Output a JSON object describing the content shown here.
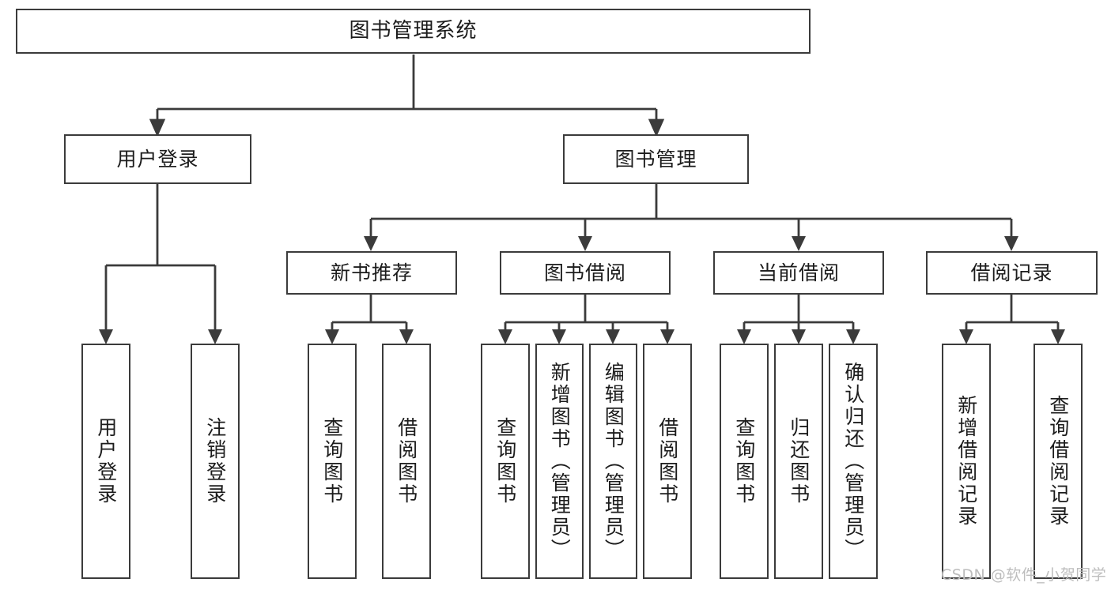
{
  "diagram": {
    "type": "hierarchy-tree",
    "title": "图书管理系统",
    "watermark": "CSDN @软件_小贺同学",
    "colors": {
      "stroke": "#3b3b3b",
      "fill": "#ffffff",
      "text": "#1c1c1c",
      "watermark": "#bdbdbd"
    },
    "levels": [
      {
        "level": 1,
        "nodes": [
          {
            "id": "root",
            "label": "图书管理系统",
            "orientation": "horizontal"
          }
        ]
      },
      {
        "level": 2,
        "nodes": [
          {
            "id": "login",
            "label": "用户登录",
            "orientation": "horizontal",
            "parent": "root"
          },
          {
            "id": "bookmgmt",
            "label": "图书管理",
            "orientation": "horizontal",
            "parent": "root"
          }
        ]
      },
      {
        "level": 3,
        "nodes": [
          {
            "id": "newbook",
            "label": "新书推荐",
            "orientation": "horizontal",
            "parent": "bookmgmt"
          },
          {
            "id": "borrow",
            "label": "图书借阅",
            "orientation": "horizontal",
            "parent": "bookmgmt"
          },
          {
            "id": "current",
            "label": "当前借阅",
            "orientation": "horizontal",
            "parent": "bookmgmt"
          },
          {
            "id": "records",
            "label": "借阅记录",
            "orientation": "horizontal",
            "parent": "bookmgmt"
          }
        ]
      },
      {
        "level": 4,
        "nodes": [
          {
            "id": "leaf-user-login",
            "label": "用户登录",
            "orientation": "vertical",
            "parent": "login"
          },
          {
            "id": "leaf-user-logout",
            "label": "注销登录",
            "orientation": "vertical",
            "parent": "login"
          },
          {
            "id": "leaf-nb-query",
            "label": "查询图书",
            "orientation": "vertical",
            "parent": "newbook"
          },
          {
            "id": "leaf-nb-borrow",
            "label": "借阅图书",
            "orientation": "vertical",
            "parent": "newbook"
          },
          {
            "id": "leaf-bw-query",
            "label": "查询图书",
            "orientation": "vertical",
            "parent": "borrow"
          },
          {
            "id": "leaf-bw-add",
            "label": "新增图书（管理员）",
            "orientation": "vertical",
            "parent": "borrow"
          },
          {
            "id": "leaf-bw-edit",
            "label": "编辑图书（管理员）",
            "orientation": "vertical",
            "parent": "borrow"
          },
          {
            "id": "leaf-bw-borrow",
            "label": "借阅图书",
            "orientation": "vertical",
            "parent": "borrow"
          },
          {
            "id": "leaf-cur-query",
            "label": "查询图书",
            "orientation": "vertical",
            "parent": "current"
          },
          {
            "id": "leaf-cur-return",
            "label": "归还图书",
            "orientation": "vertical",
            "parent": "current"
          },
          {
            "id": "leaf-cur-confirm",
            "label": "确认归还（管理员）",
            "orientation": "vertical",
            "parent": "current"
          },
          {
            "id": "leaf-rec-add",
            "label": "新增借阅记录",
            "orientation": "vertical",
            "parent": "records"
          },
          {
            "id": "leaf-rec-query",
            "label": "查询借阅记录",
            "orientation": "vertical",
            "parent": "records"
          }
        ]
      }
    ]
  }
}
